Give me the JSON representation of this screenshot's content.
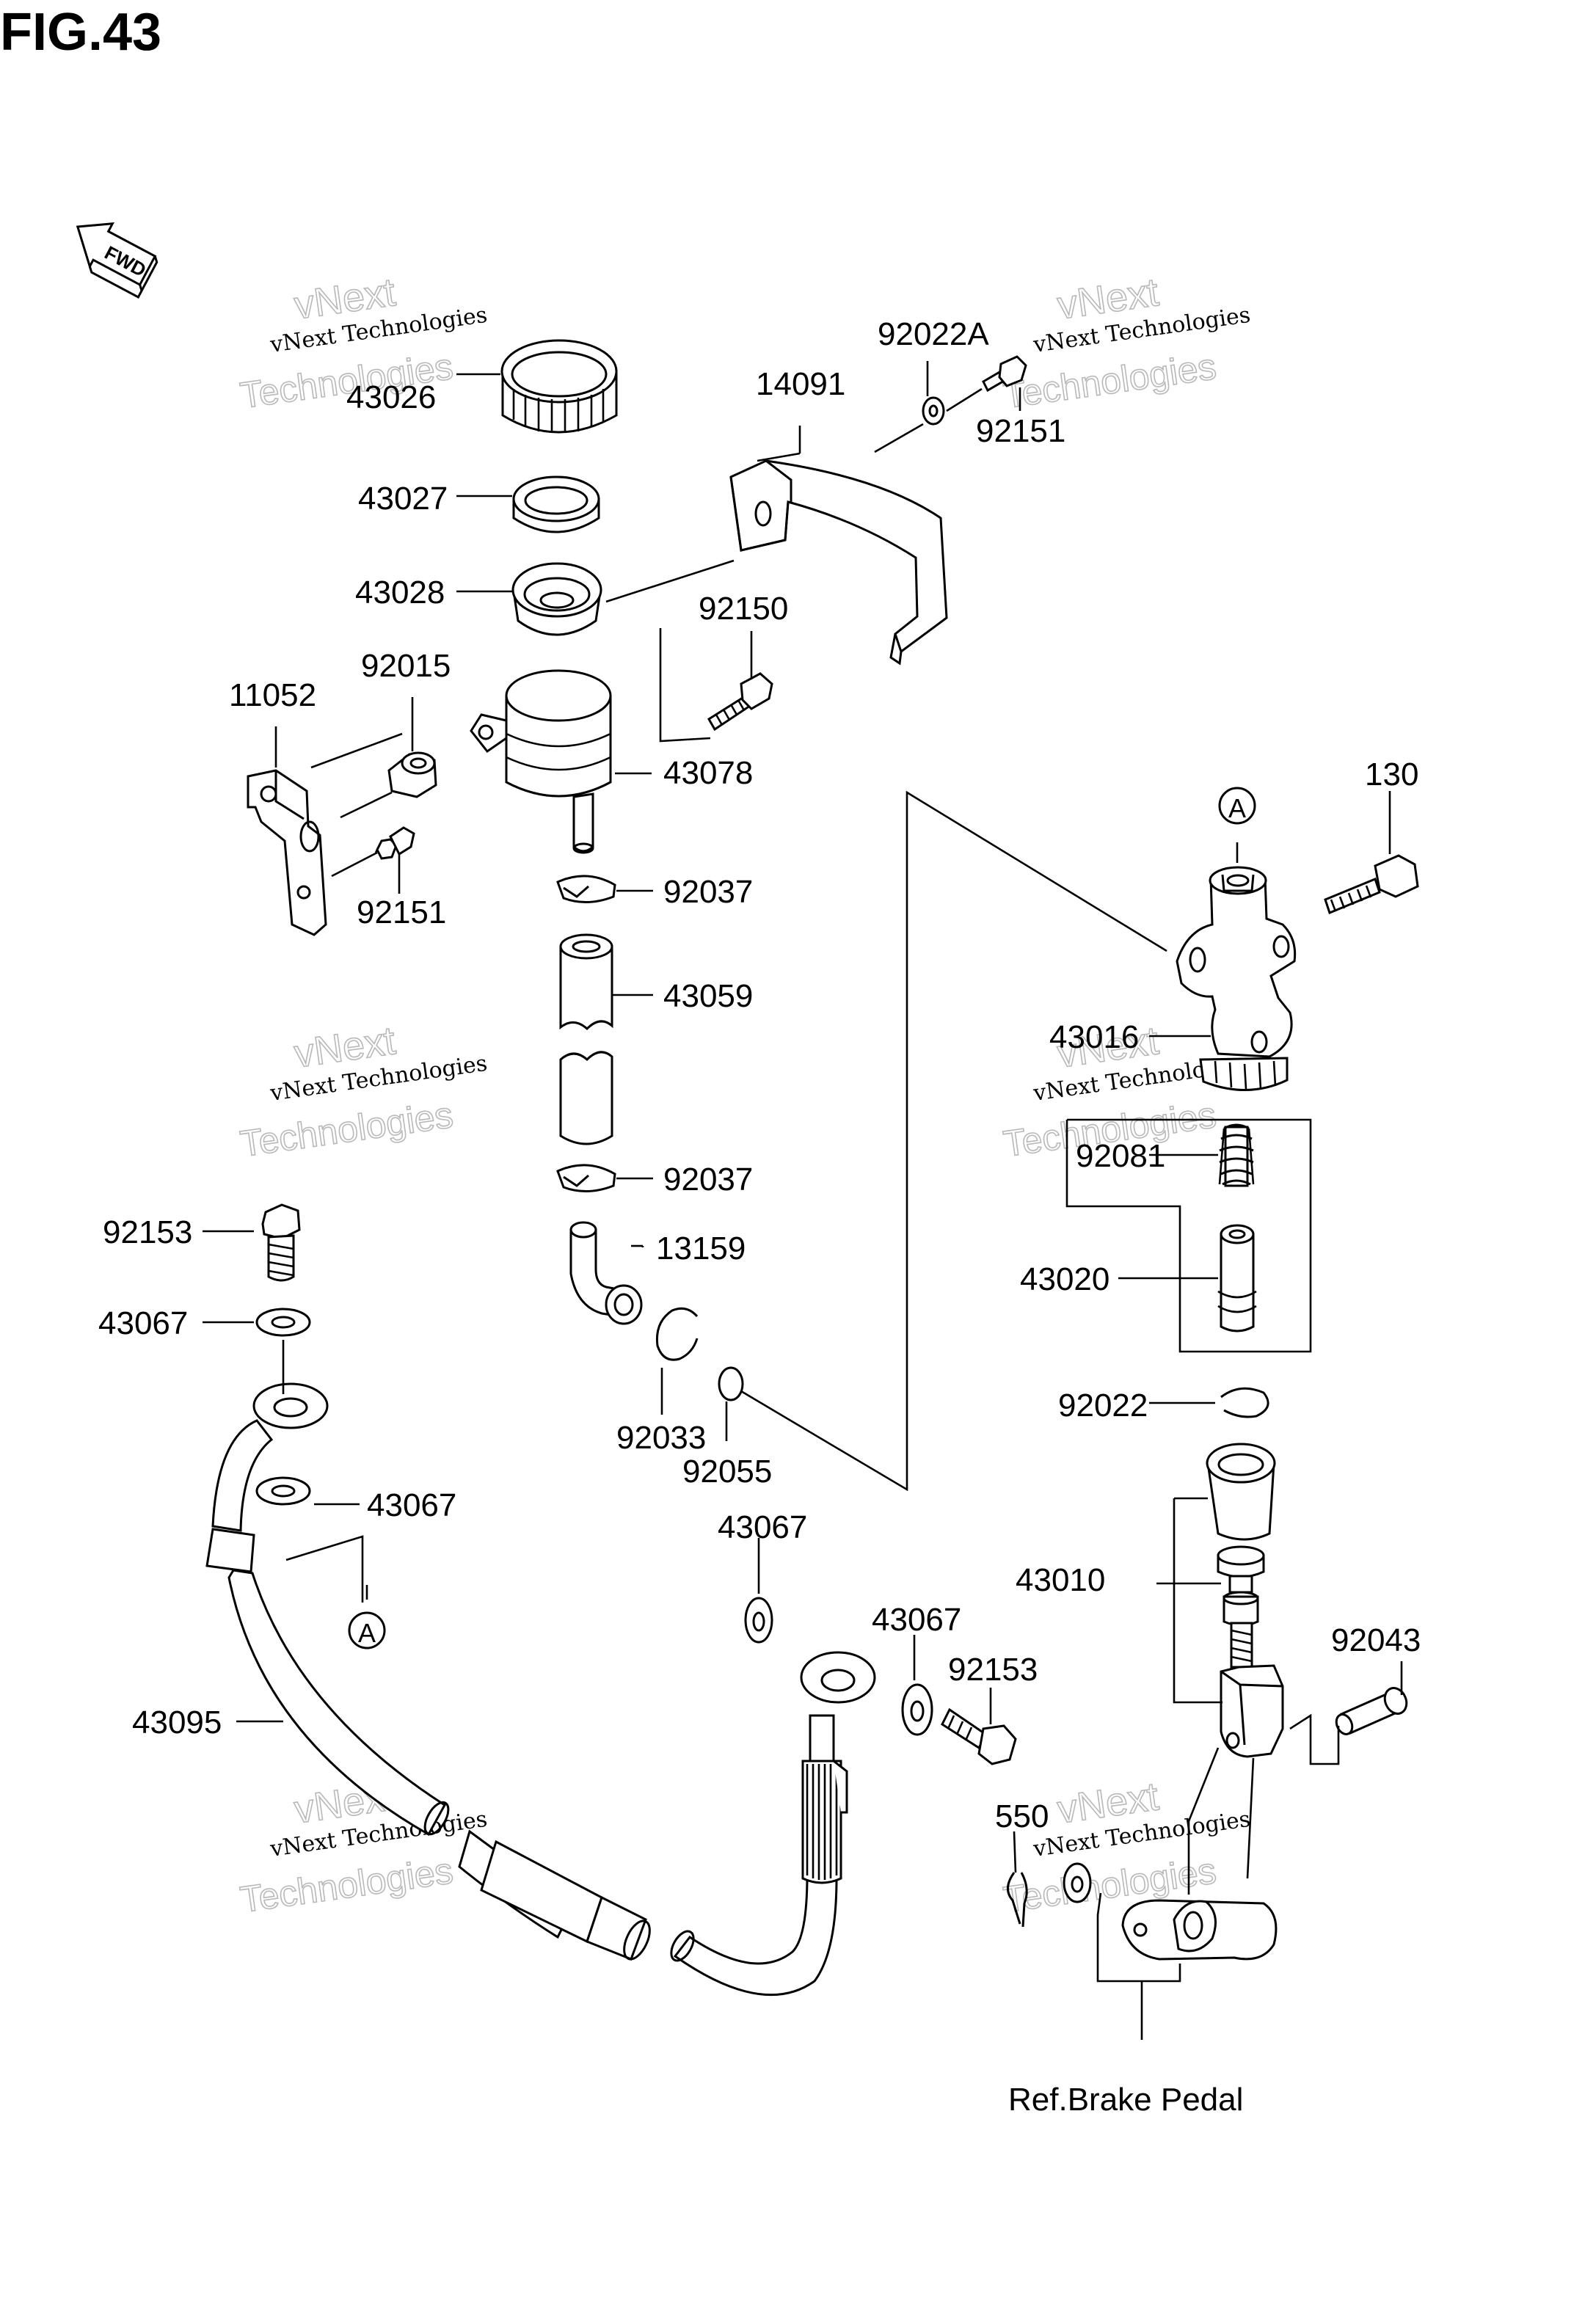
{
  "figure": {
    "title": "FIG.43"
  },
  "fwd_icon": {
    "label": "FWD",
    "icon": "forward-arrow-icon"
  },
  "ref_label": "Ref.Brake Pedal",
  "callout_marker": "A",
  "watermark": {
    "line1": "vNext Technologies",
    "line2a": "vNext",
    "line2b": "Technologies"
  },
  "part_labels": [
    "43026",
    "43027",
    "43028",
    "11052",
    "92015",
    "92151",
    "43078",
    "92150",
    "14091",
    "92022A",
    "92151",
    "92037",
    "43059",
    "92037",
    "13159",
    "92033",
    "92055",
    "92153",
    "43067",
    "43067",
    "43095",
    "43067",
    "43067",
    "92153",
    "550",
    "130",
    "43016",
    "92081",
    "43020",
    "92022",
    "43010",
    "92043"
  ]
}
